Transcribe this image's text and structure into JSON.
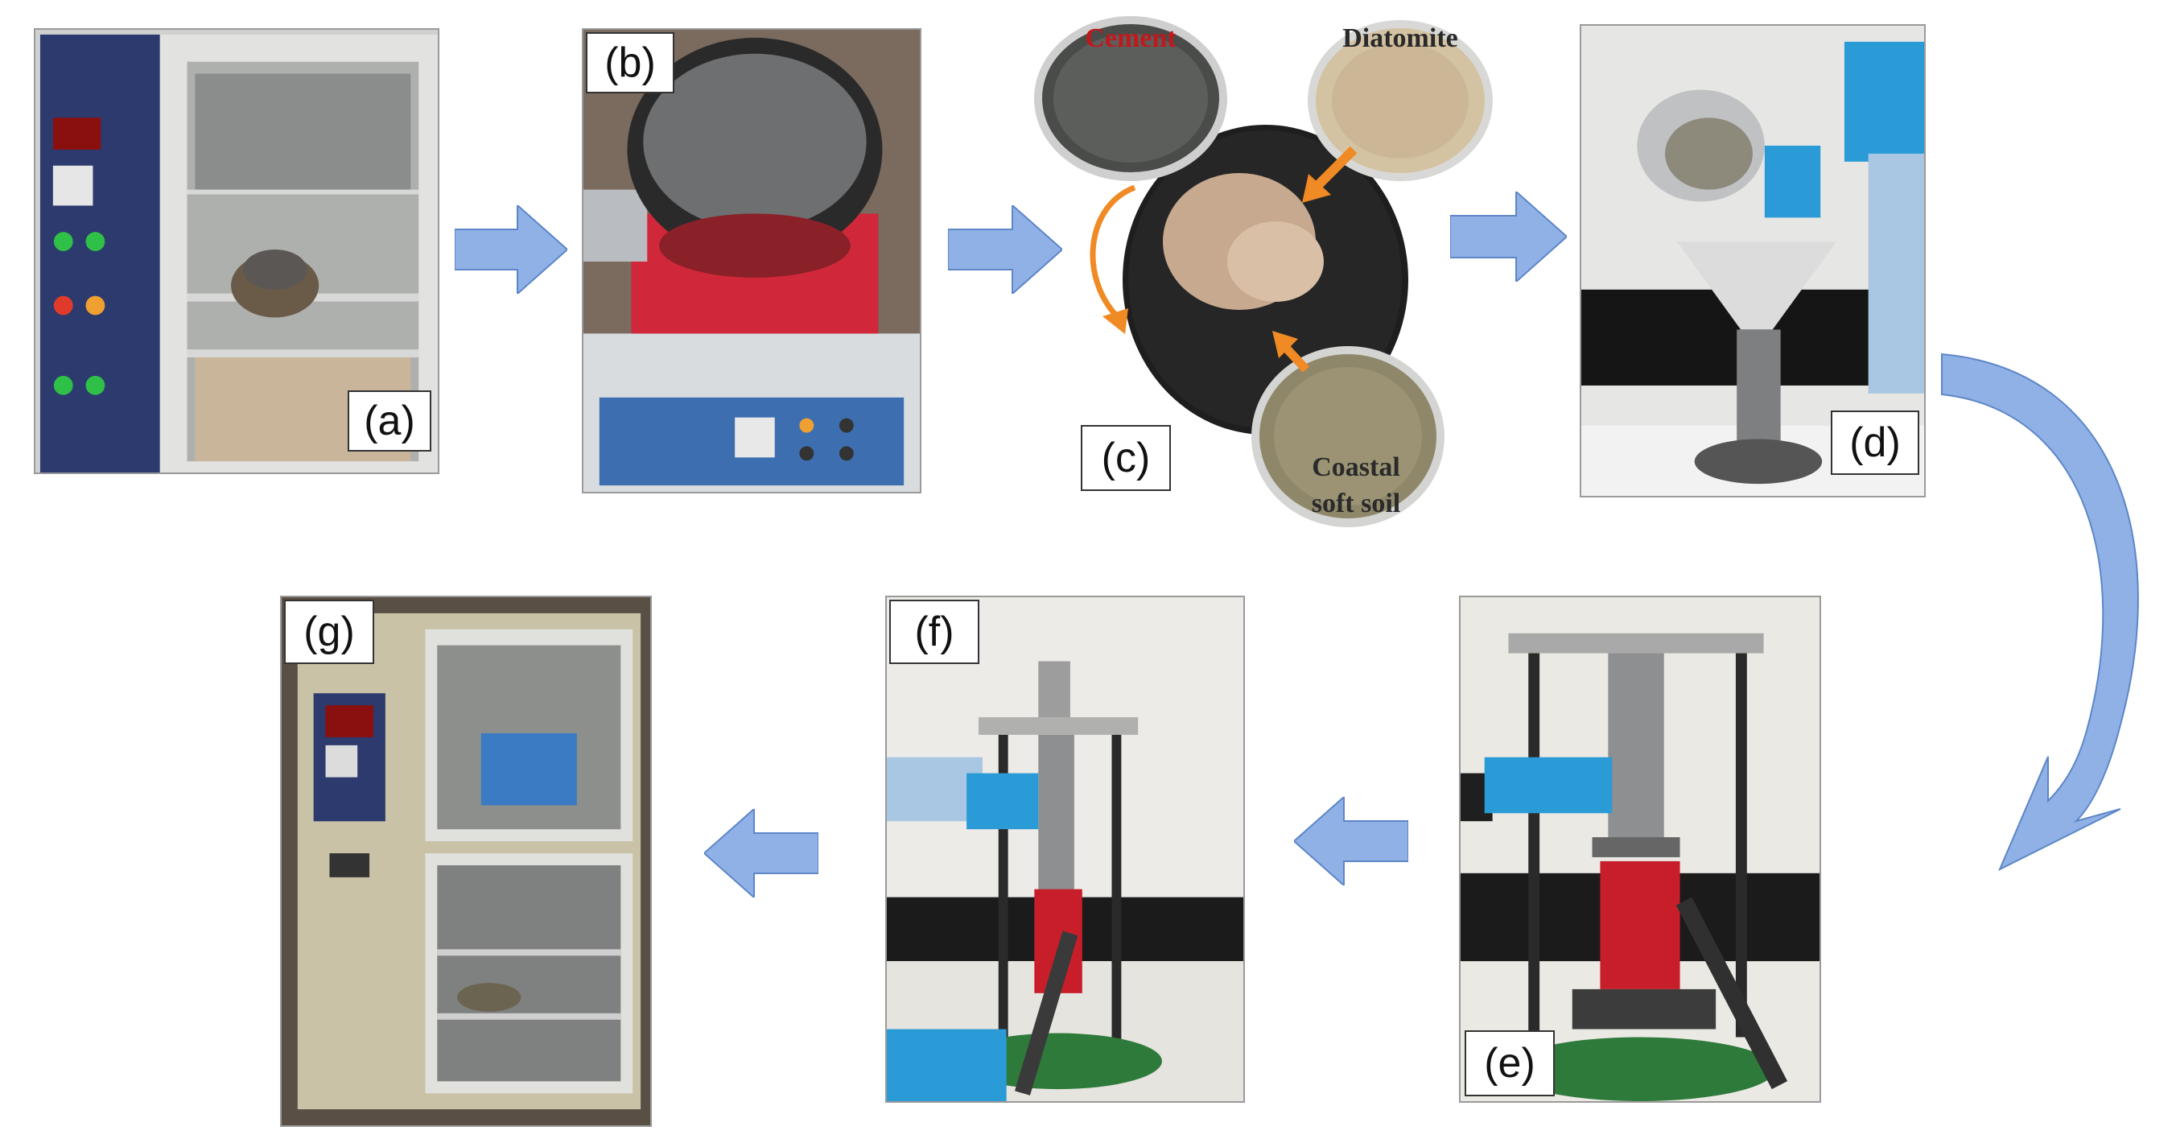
{
  "panels": {
    "a": {
      "label": "(a)"
    },
    "b": {
      "label": "(b)"
    },
    "c": {
      "label": "(c)"
    },
    "d": {
      "label": "(d)"
    },
    "e": {
      "label": "(e)"
    },
    "f": {
      "label": "(f)"
    },
    "g": {
      "label": "(g)"
    }
  },
  "materials": {
    "cement": "Cement",
    "diatomite": "Diatomite",
    "soil_line1": "Coastal",
    "soil_line2": "soft soil"
  },
  "colors": {
    "flow_arrow": "#8fb1e6",
    "flow_arrow_edge": "#5d86c8",
    "mix_arrow": "#f08a24",
    "cement_text": "#c0181c"
  }
}
